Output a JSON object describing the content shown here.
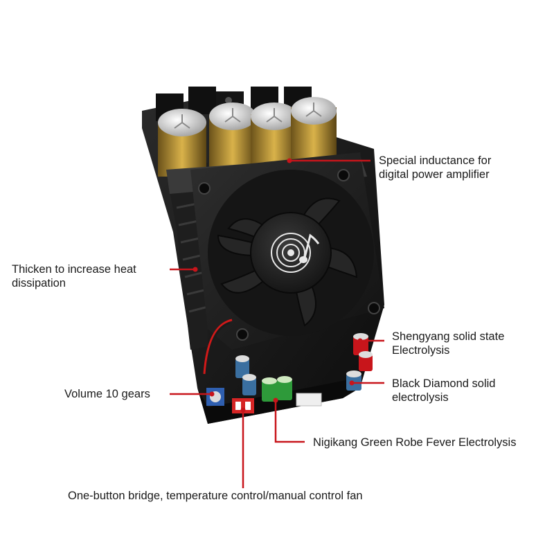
{
  "annotations": {
    "inductance": {
      "line1": "Special inductance for",
      "line2": "digital power amplifier"
    },
    "heat": {
      "line1": "Thicken to increase heat",
      "line2": "dissipation"
    },
    "shengyang": {
      "line1": "Shengyang solid state",
      "line2": "Electrolysis"
    },
    "black_diamond": {
      "line1": "Black Diamond solid",
      "line2": "electrolysis"
    },
    "volume": {
      "text": "Volume 10 gears"
    },
    "nigikang": {
      "text": "Nigikang Green Robe Fever Electrolysis"
    },
    "bridge": {
      "text": "One-button bridge, temperature control/manual control fan"
    }
  },
  "colors": {
    "callout_line": "#c8151b",
    "board": "#141414",
    "fan": "#1c1c1c",
    "capacitor_gold": "#b8912e"
  }
}
